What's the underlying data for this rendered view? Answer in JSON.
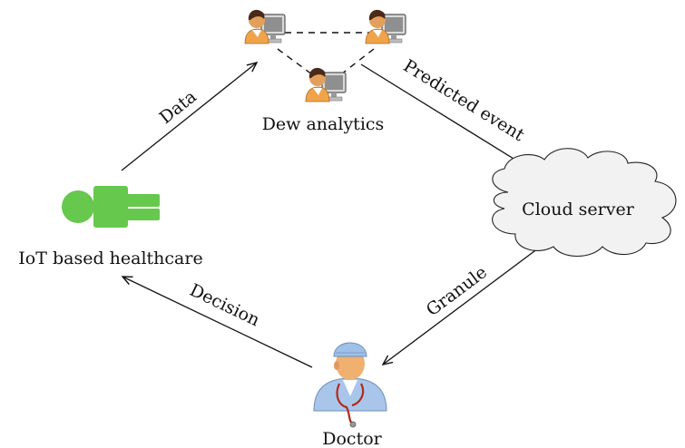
{
  "nodes": {
    "dew": {
      "label": "Dew analytics"
    },
    "iot": {
      "label": "IoT based healthcare"
    },
    "cloud": {
      "label": "Cloud server"
    },
    "doctor": {
      "label": "Doctor"
    }
  },
  "edges": {
    "data": {
      "label": "Data"
    },
    "predicted": {
      "label": "Predicted event"
    },
    "granule": {
      "label": "Granule"
    },
    "decision": {
      "label": "Decision"
    }
  },
  "colors": {
    "patient_green": "#66c84c",
    "cloud_fill": "#f2f2f2",
    "doctor_coat": "#a9c6ea",
    "skin": "#f0b070",
    "dew_person_hair": "#7a3f1a"
  },
  "icons": {
    "dew_user": "computer-user-icon",
    "patient": "patient-icon",
    "cloud": "cloud-icon",
    "doctor": "doctor-icon"
  }
}
